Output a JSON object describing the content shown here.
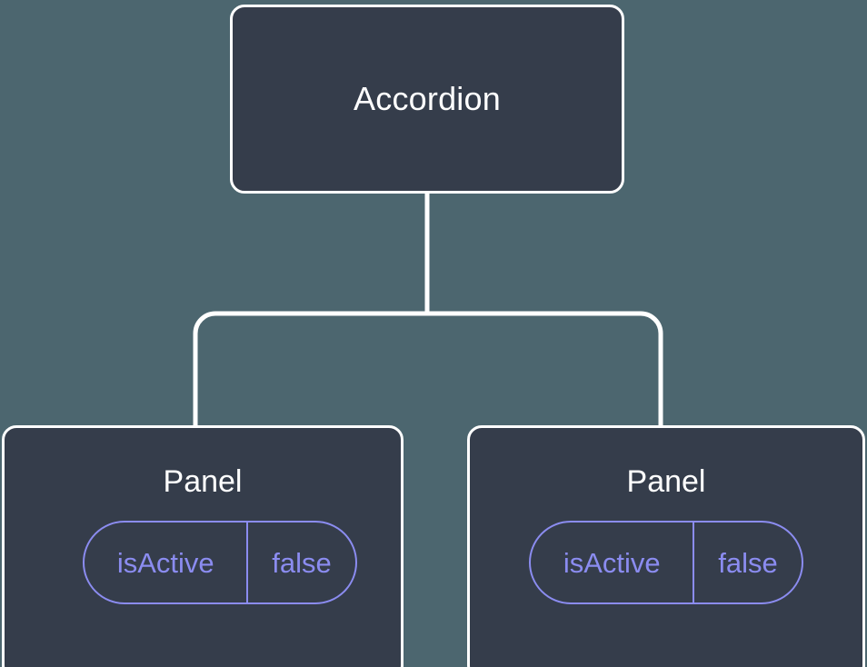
{
  "diagram": {
    "type": "component-tree",
    "background_color": "#4c666f",
    "node_fill_color": "#353d4b",
    "node_border_color": "#ffffff",
    "edge_color": "#ffffff",
    "accent_color": "#8b8cf0",
    "title_color": "#ffffff",
    "root": {
      "label": "Accordion"
    },
    "children": [
      {
        "label": "Panel",
        "state": {
          "key": "isActive",
          "value": "false"
        }
      },
      {
        "label": "Panel",
        "state": {
          "key": "isActive",
          "value": "false"
        }
      }
    ]
  }
}
